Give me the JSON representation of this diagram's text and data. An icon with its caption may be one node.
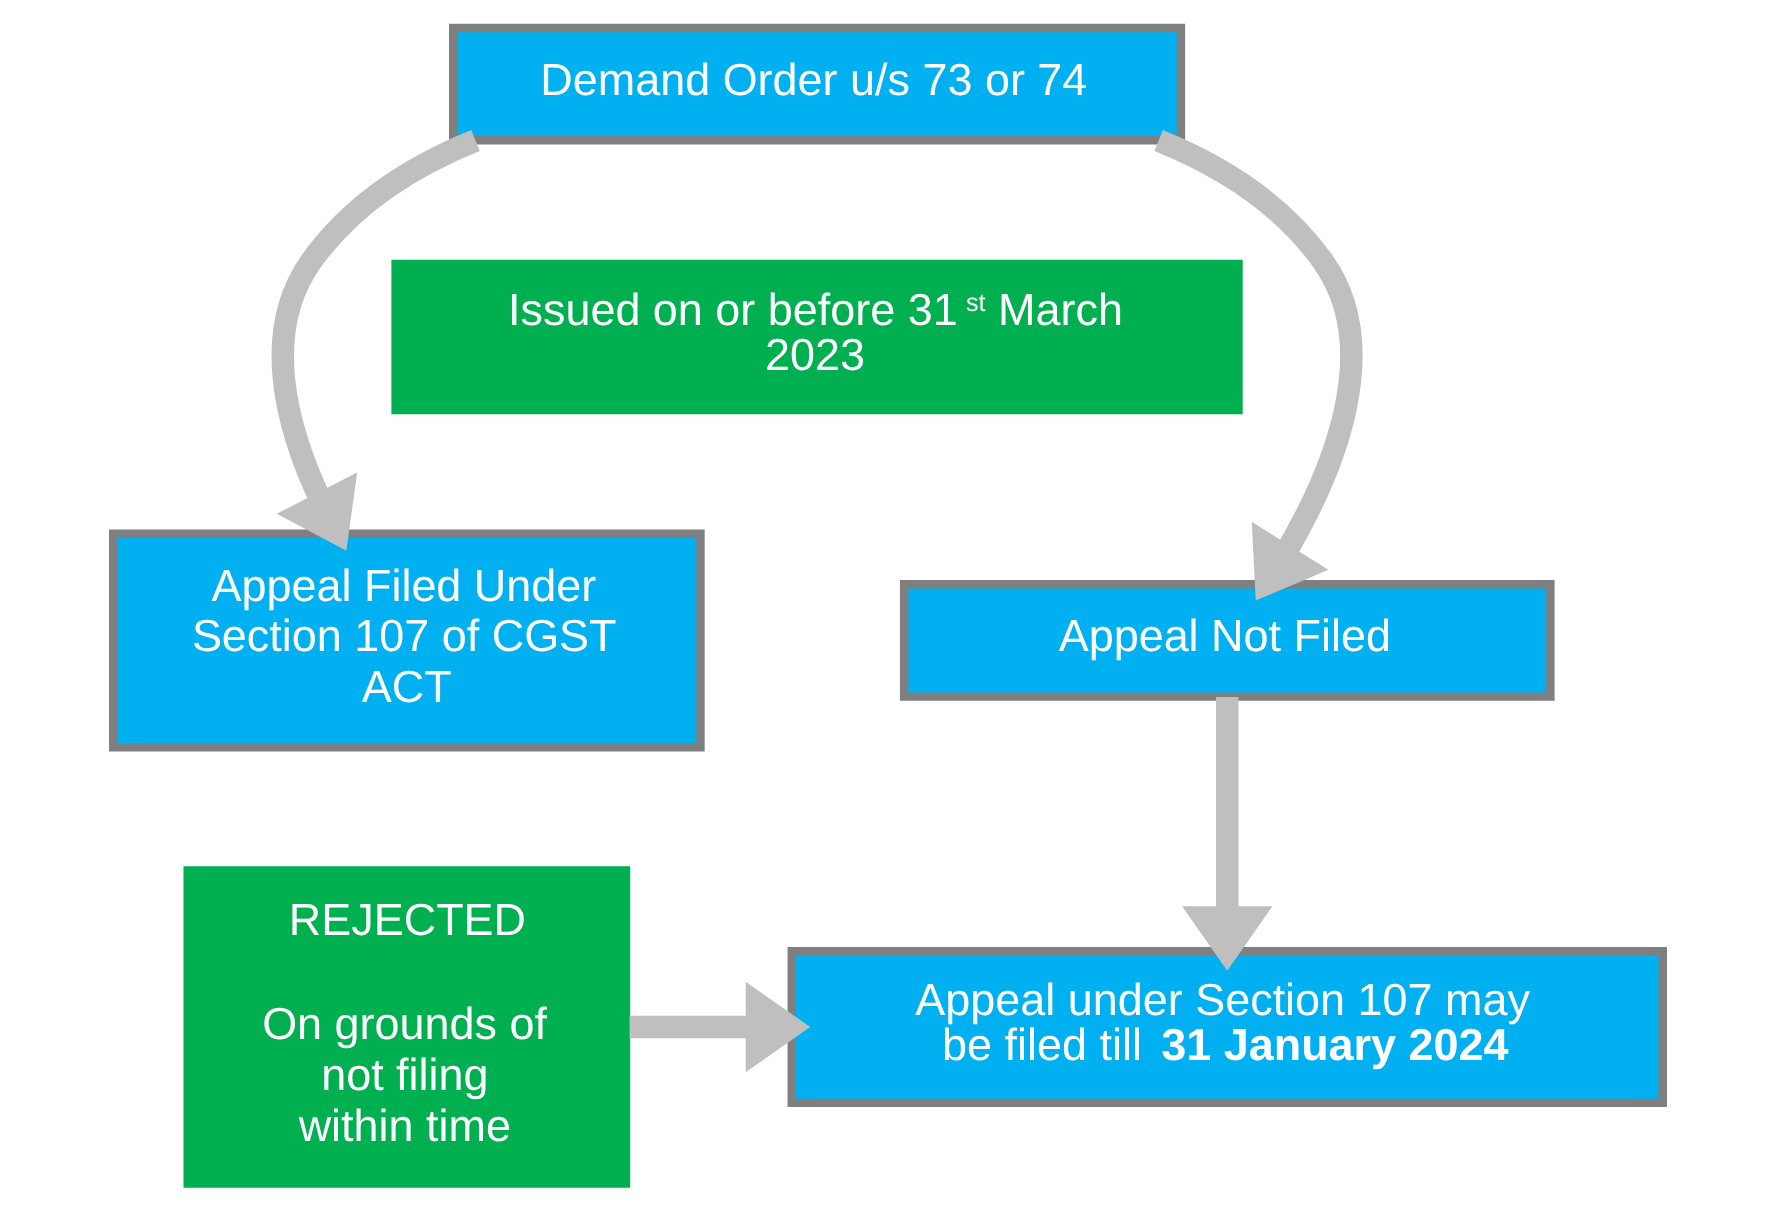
{
  "diagram": {
    "nodes": [
      {
        "text": [
          "Demand Order u/s 73 or 74"
        ]
      },
      {
        "text": [
          "Issued on or before 31$^{st}$ March 2023"
        ]
      },
      {
        "text": [
          "Appeal Filed Under Section 107 of CGST ACT"
        ]
      },
      {
        "text": [
          "Appeal Not Filed"
        ]
      },
      {
        "text": [
          "REJECTED",
          "On grounds of not filing within time"
        ]
      },
      {
        "text": [
          "Appeal under Section 107 may be filed till **31 January 2024**"
        ]
      }
    ],
    "edges": [
      {
        "from": 0,
        "to": 2,
        "arrow": "to"
      },
      {
        "from": 0,
        "to": 3,
        "arrow": "to"
      },
      {
        "from": 3,
        "to": 5,
        "arrow": "to"
      },
      {
        "from": 4,
        "to": 5,
        "arrow": "to"
      }
    ]
  }
}
